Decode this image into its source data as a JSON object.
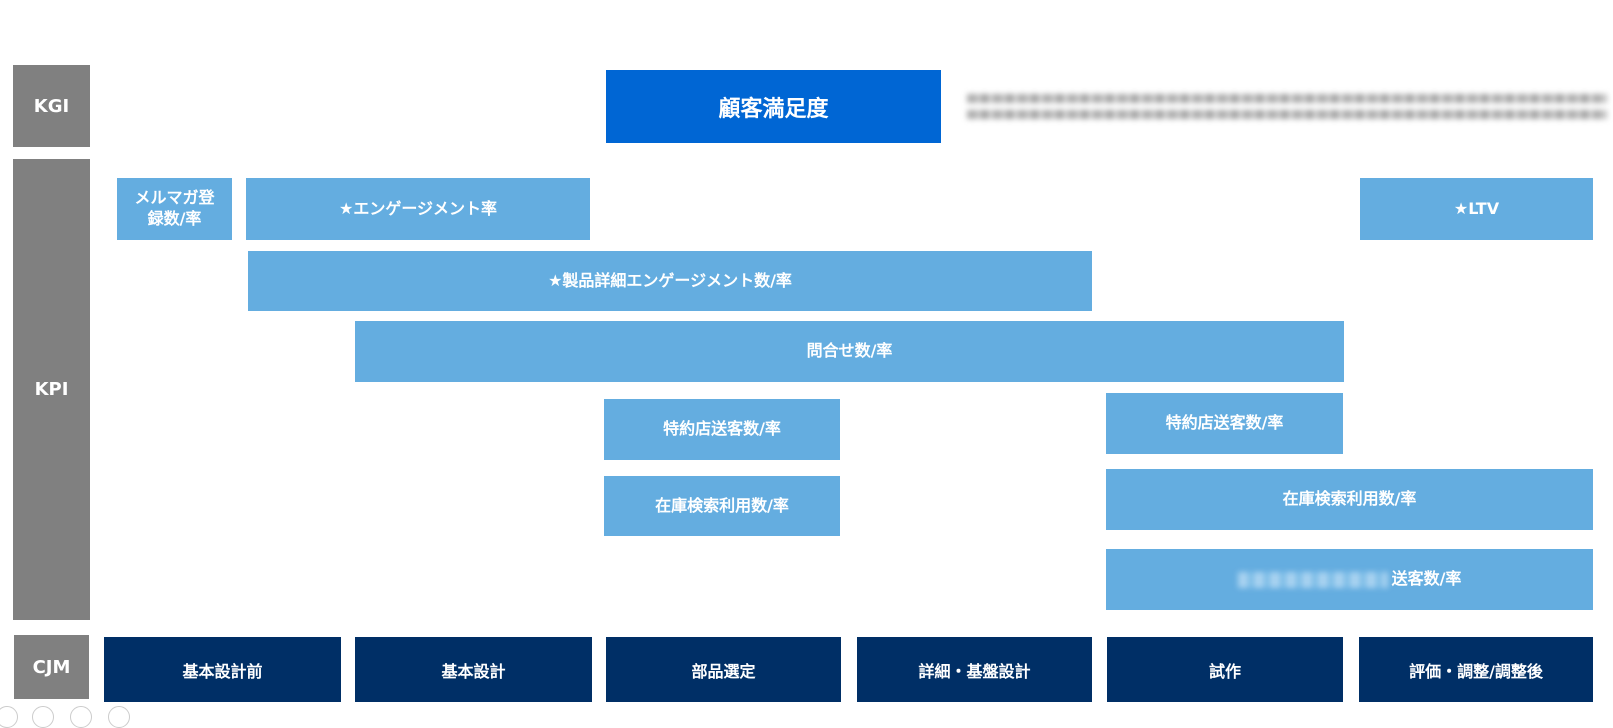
{
  "row_labels": {
    "kgi": "KGI",
    "kpi": "KPI",
    "cjm": "CJM"
  },
  "kgi": {
    "title": "顧客満足度"
  },
  "kpi": [
    {
      "id": "mailmag",
      "label": "メルマガ登録数/率"
    },
    {
      "id": "engagement",
      "label": "★エンゲージメント率"
    },
    {
      "id": "ltv",
      "label": "★LTV"
    },
    {
      "id": "product-detail",
      "label": "★製品詳細エンゲージメント数/率"
    },
    {
      "id": "inquiry",
      "label": "問合せ数/率"
    },
    {
      "id": "dealer-left",
      "label": "特約店送客数/率"
    },
    {
      "id": "stock-left",
      "label": "在庫検索利用数/率"
    },
    {
      "id": "dealer-right",
      "label": "特約店送客数/率"
    },
    {
      "id": "stock-right",
      "label": "在庫検索利用数/率"
    },
    {
      "id": "online",
      "label": "送客数/率"
    }
  ],
  "cjm": [
    "基本設計前",
    "基本設計",
    "部品選定",
    "詳細・基盤設計",
    "試作",
    "評価・調整/調整後"
  ],
  "colors": {
    "label": "#808080",
    "kgi": "#0066d4",
    "kpi": "#64ade0",
    "cjm": "#002f66"
  }
}
